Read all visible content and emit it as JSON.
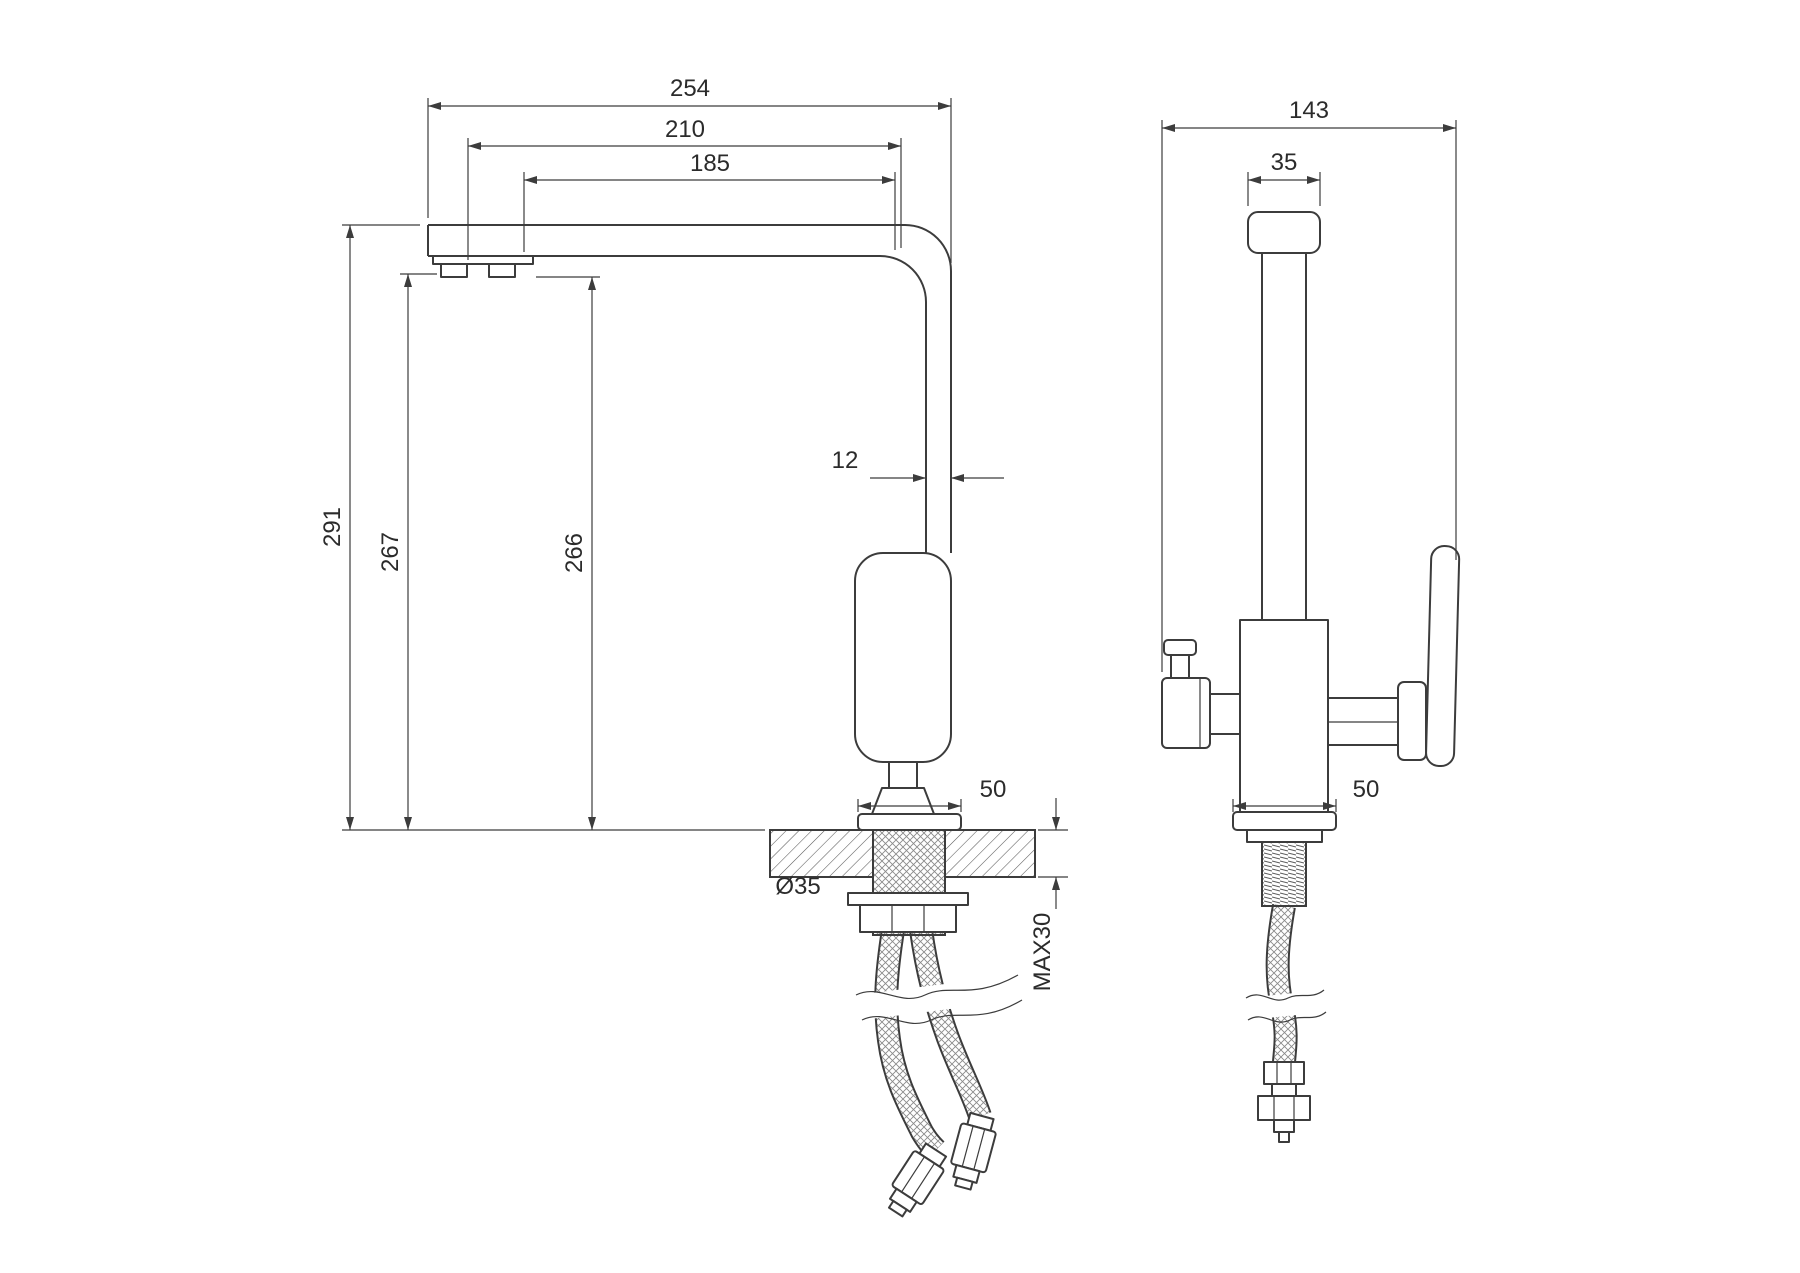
{
  "drawing": {
    "type": "technical-dimension-drawing",
    "subject": "kitchen-filter-faucet",
    "colors": {
      "line": "#3c3c3c",
      "text": "#2b2b2b",
      "background": "#ffffff"
    },
    "side_view": {
      "dims": {
        "overall_reach": "254",
        "spout_reach": "210",
        "aerator_reach": "185",
        "overall_height": "291",
        "spout_height": "267",
        "body_height": "266",
        "tube_width": "12",
        "base_width": "50",
        "hole_diameter": "Ø35",
        "max_mount_thickness": "MAX30"
      }
    },
    "front_view": {
      "dims": {
        "overall_width": "143",
        "cap_width": "35",
        "base_width": "50"
      }
    }
  }
}
